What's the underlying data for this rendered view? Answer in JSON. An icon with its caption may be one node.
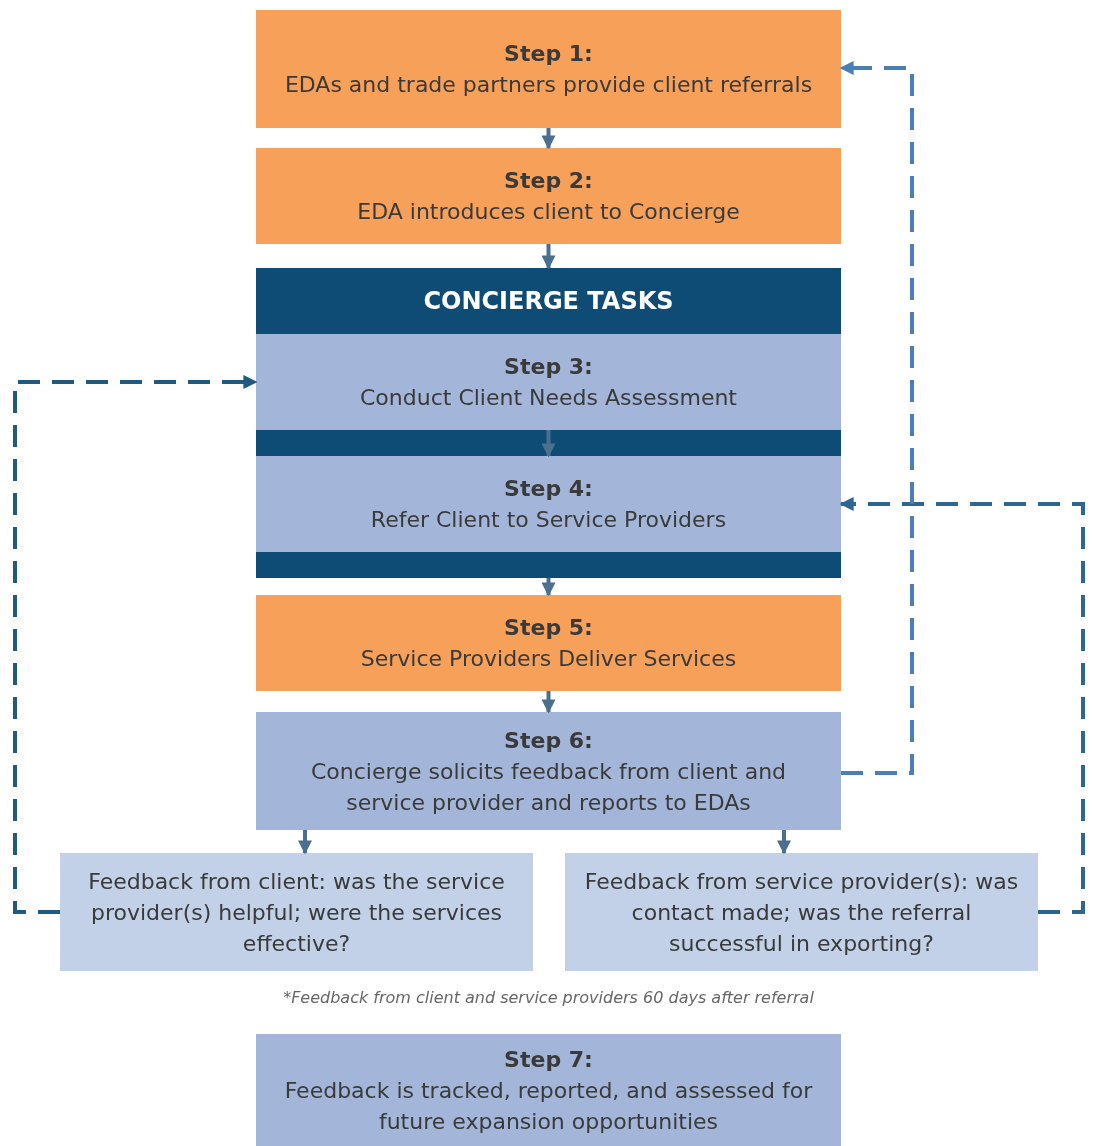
{
  "diagram": {
    "nodes": [
      {
        "text": [
          "Step 1:",
          "EDAs and trade partners provide client referrals"
        ]
      },
      {
        "text": [
          "Step 2:",
          "EDA introduces client to Concierge"
        ]
      },
      {
        "text": [
          "CONCIERGE TASKS"
        ]
      },
      {
        "text": [
          "Step 3:",
          "Conduct Client Needs Assessment"
        ],
        "in": 2
      },
      {
        "text": [
          "Step 4:",
          "Refer Client to Service Providers"
        ],
        "in": 2
      },
      {
        "text": [
          "Step 5:",
          "Service Providers Deliver Services"
        ]
      },
      {
        "text": [
          "Step 6:",
          "Concierge solicits feedback from client and service provider and reports to EDAs"
        ]
      },
      {
        "text": [
          "Feedback from client: was the service provider(s) helpful; were the services effective?"
        ]
      },
      {
        "text": [
          "Feedback from service provider(s): was contact made; was the referral successful in exporting?"
        ]
      },
      {
        "text": [
          "Step 7:",
          "Feedback is tracked, reported, and assessed for future expansion opportunities"
        ]
      }
    ],
    "edges": [
      {
        "from": 0,
        "to": 1,
        "arrow": "to"
      },
      {
        "from": 1,
        "to": 2,
        "arrow": "to"
      },
      {
        "from": 3,
        "to": 4,
        "arrow": "to"
      },
      {
        "from": 2,
        "to": 5,
        "arrow": "to"
      },
      {
        "from": 5,
        "to": 6,
        "arrow": "to"
      },
      {
        "from": 6,
        "to": 7,
        "arrow": "to"
      },
      {
        "from": 6,
        "to": 8,
        "arrow": "to"
      },
      {
        "from": 7,
        "to": 3,
        "arrow": "to",
        "style": "dashed",
        "color": "#1f5a80"
      },
      {
        "from": 8,
        "to": 4,
        "arrow": "to",
        "style": "dashed",
        "color": "#2f6690"
      },
      {
        "from": 6,
        "to": 0,
        "arrow": "to",
        "style": "dashed",
        "color": "#4a7fb5"
      }
    ],
    "labels": [
      "*Feedback from client and service providers 60 days after referral"
    ]
  }
}
